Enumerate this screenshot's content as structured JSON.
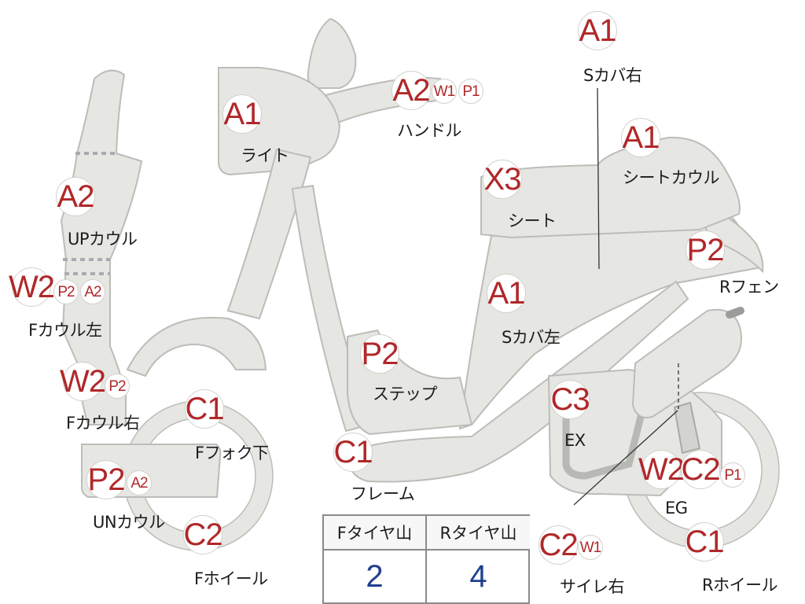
{
  "parts": {
    "light": {
      "label": "ライト",
      "codes": [
        "A1"
      ]
    },
    "handle": {
      "label": "ハンドル",
      "codes": [
        "A2",
        "W1",
        "P1"
      ]
    },
    "s_cover_right": {
      "label": "Sカバ右",
      "codes": [
        "A1"
      ]
    },
    "seat_cowl": {
      "label": "シートカウル",
      "codes": [
        "A1"
      ]
    },
    "seat": {
      "label": "シート",
      "codes": [
        "X3"
      ]
    },
    "up_cowl": {
      "label": "UPカウル",
      "codes": [
        "A2"
      ]
    },
    "r_fender": {
      "label": "Rフェン",
      "codes": [
        "P2"
      ]
    },
    "f_cowl_left": {
      "label": "Fカウル左",
      "codes": [
        "W2",
        "P2",
        "A2"
      ]
    },
    "s_cover_left": {
      "label": "Sカバ左",
      "codes": [
        "A1"
      ]
    },
    "step": {
      "label": "ステップ",
      "codes": [
        "P2"
      ]
    },
    "f_cowl_right": {
      "label": "Fカウル右",
      "codes": [
        "W2",
        "P2"
      ]
    },
    "f_fork_lower": {
      "label": "Fフォク下",
      "codes": [
        "C1"
      ]
    },
    "exhaust": {
      "label": "EX",
      "codes": [
        "C3"
      ]
    },
    "frame": {
      "label": "フレーム",
      "codes": [
        "C1"
      ]
    },
    "engine": {
      "label": "EG",
      "codes": [
        "W2",
        "C2",
        "P1"
      ]
    },
    "un_cowl": {
      "label": "UNカウル",
      "codes": [
        "P2",
        "A2"
      ]
    },
    "f_wheel": {
      "label": "Fホイール",
      "codes": [
        "C2"
      ]
    },
    "muffler_right": {
      "label": "サイレ右",
      "codes": [
        "C2",
        "W1"
      ]
    },
    "r_wheel": {
      "label": "Rホイール",
      "codes": [
        "C1"
      ]
    }
  },
  "tire_tread": {
    "front_label": "Fタイヤ山",
    "rear_label": "Rタイヤ山",
    "front_value": "2",
    "rear_value": "4"
  },
  "colors": {
    "code_text": "#b0282a",
    "tire_value_text": "#1f3f8f",
    "part_fill": "#e6e6e3"
  }
}
